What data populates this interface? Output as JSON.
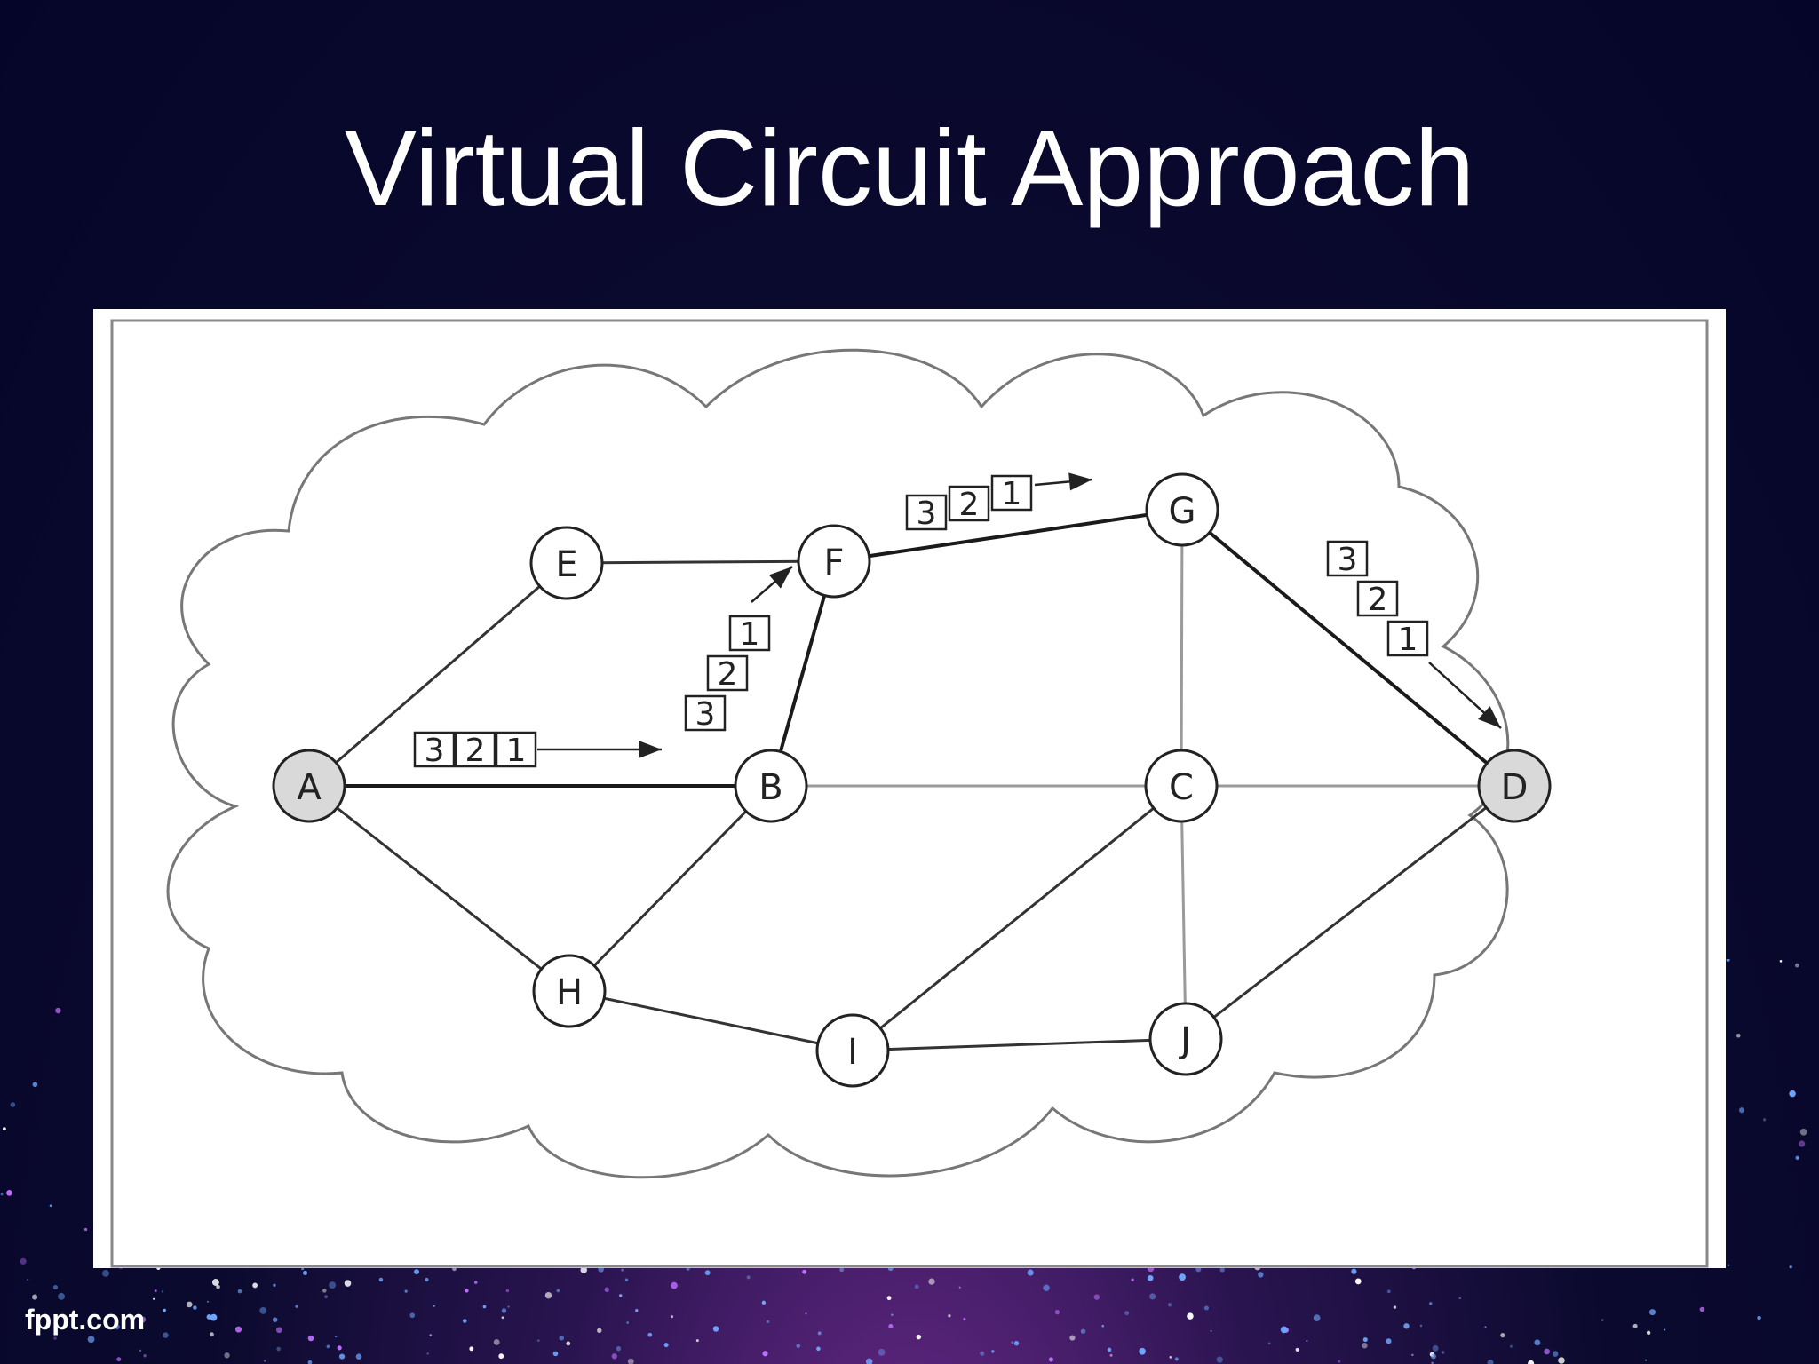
{
  "slide": {
    "title": "Virtual Circuit Approach",
    "footer_logo": "fppt.com"
  },
  "diagram": {
    "nodes": [
      {
        "id": "A",
        "label": "A",
        "highlighted": true
      },
      {
        "id": "B",
        "label": "B",
        "highlighted": false
      },
      {
        "id": "C",
        "label": "C",
        "highlighted": false
      },
      {
        "id": "D",
        "label": "D",
        "highlighted": true
      },
      {
        "id": "E",
        "label": "E",
        "highlighted": false
      },
      {
        "id": "F",
        "label": "F",
        "highlighted": false
      },
      {
        "id": "G",
        "label": "G",
        "highlighted": false
      },
      {
        "id": "H",
        "label": "H",
        "highlighted": false
      },
      {
        "id": "I",
        "label": "I",
        "highlighted": false
      },
      {
        "id": "J",
        "label": "J",
        "highlighted": false
      }
    ],
    "links": [
      {
        "from": "A",
        "to": "E",
        "style": "normal"
      },
      {
        "from": "A",
        "to": "B",
        "style": "path"
      },
      {
        "from": "A",
        "to": "H",
        "style": "normal"
      },
      {
        "from": "E",
        "to": "F",
        "style": "normal"
      },
      {
        "from": "B",
        "to": "F",
        "style": "path"
      },
      {
        "from": "F",
        "to": "G",
        "style": "path"
      },
      {
        "from": "G",
        "to": "C",
        "style": "gray"
      },
      {
        "from": "G",
        "to": "D",
        "style": "path"
      },
      {
        "from": "B",
        "to": "C",
        "style": "gray"
      },
      {
        "from": "C",
        "to": "D",
        "style": "gray"
      },
      {
        "from": "B",
        "to": "H",
        "style": "normal"
      },
      {
        "from": "H",
        "to": "I",
        "style": "normal"
      },
      {
        "from": "I",
        "to": "C",
        "style": "normal"
      },
      {
        "from": "I",
        "to": "J",
        "style": "normal"
      },
      {
        "from": "C",
        "to": "J",
        "style": "gray"
      },
      {
        "from": "J",
        "to": "D",
        "style": "normal"
      }
    ],
    "packet_groups": [
      {
        "link": "A-B",
        "packets": [
          "3",
          "2",
          "1"
        ]
      },
      {
        "link": "B-F",
        "packets": [
          "1",
          "2",
          "3"
        ]
      },
      {
        "link": "F-G",
        "packets": [
          "3",
          "2",
          "1"
        ]
      },
      {
        "link": "G-D",
        "packets": [
          "3",
          "2",
          "1"
        ]
      }
    ],
    "colors": {
      "node_fill": "#ffffff",
      "node_highlight": "#d9d9d9",
      "line": "#333333",
      "line_gray": "#9a9a9a",
      "path": "#1a1a1a"
    }
  }
}
